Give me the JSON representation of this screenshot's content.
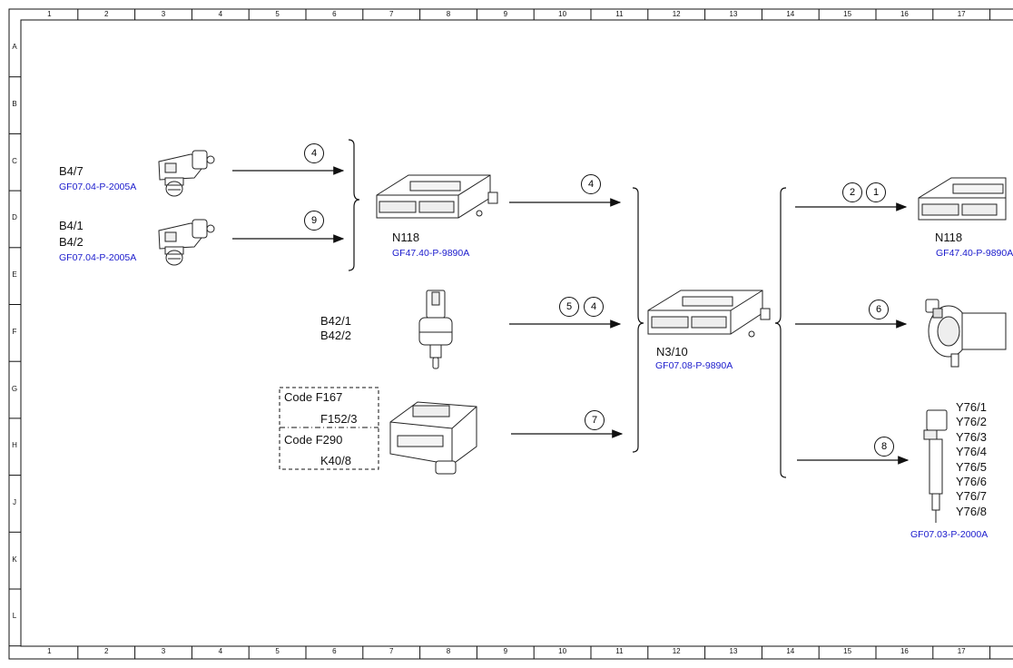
{
  "ruler": {
    "columns": [
      "1",
      "2",
      "3",
      "4",
      "5",
      "6",
      "7",
      "8",
      "9",
      "10",
      "11",
      "12",
      "13",
      "14",
      "15",
      "16",
      "17"
    ],
    "rows": [
      "A",
      "B",
      "C",
      "D",
      "E",
      "F",
      "G",
      "H",
      "J",
      "K",
      "L"
    ]
  },
  "components": {
    "b47": {
      "label": "B4/7",
      "ref": "GF07.04-P-2005A"
    },
    "b41": {
      "label1": "B4/1",
      "label2": "B4/2",
      "ref": "GF07.04-P-2005A"
    },
    "b42": {
      "label1": "B42/1",
      "label2": "B42/2"
    },
    "code_box": {
      "code1": "Code F167",
      "part1": "F152/3",
      "code2": "Code F290",
      "part2": "K40/8"
    },
    "n118_left": {
      "label": "N118",
      "ref": "GF47.40-P-9890A"
    },
    "n310": {
      "label": "N3/10",
      "ref": "GF07.08-P-9890A"
    },
    "n118_right": {
      "label": "N118",
      "ref": "GF47.40-P-9890A"
    },
    "y76": {
      "labels": [
        "Y76/1",
        "Y76/2",
        "Y76/3",
        "Y76/4",
        "Y76/5",
        "Y76/6",
        "Y76/7",
        "Y76/8"
      ],
      "ref": "GF07.03-P-2000A"
    }
  },
  "signals": {
    "s_b47": "4",
    "s_b41": "9",
    "s_n118_a": "4",
    "s_b42_a": "5",
    "s_b42_b": "4",
    "s_code": "7",
    "s_out_a": "2",
    "s_out_b": "1",
    "s_pump": "6",
    "s_inj": "8"
  }
}
